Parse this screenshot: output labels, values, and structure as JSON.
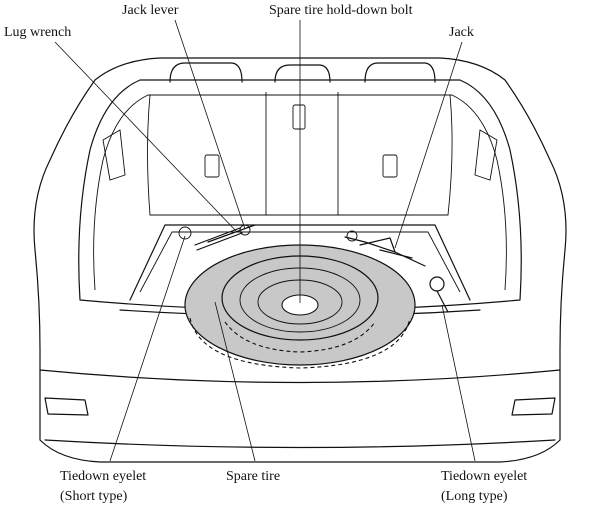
{
  "labels": {
    "jack_lever": "Jack lever",
    "hold_down_bolt": "Spare tire hold-down bolt",
    "lug_wrench": "Lug wrench",
    "jack": "Jack",
    "tiedown_short_1": "Tiedown eyelet",
    "tiedown_short_2": "(Short type)",
    "spare_tire": "Spare tire",
    "tiedown_long_1": "Tiedown eyelet",
    "tiedown_long_2": "(Long type)"
  },
  "colors": {
    "line": "#111111",
    "tire_fill": "#c8c8c8",
    "background": "#ffffff"
  }
}
